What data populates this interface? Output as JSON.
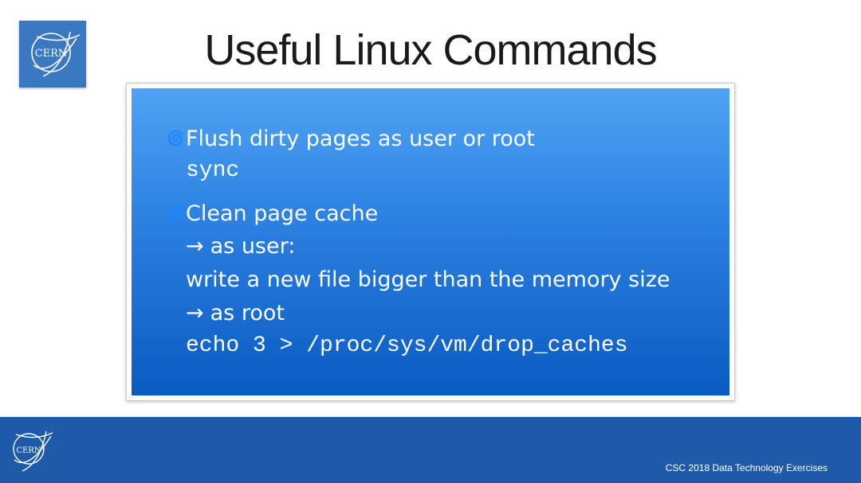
{
  "slide": {
    "title": "Useful Linux Commands",
    "logo_text": "CERN",
    "footer_text": "CSC 2018 Data Technology Exercises"
  },
  "content": {
    "bullet1": {
      "icon": "swirl-bullet-icon",
      "text": "Flush dirty pages as user or root",
      "code": "sync"
    },
    "bullet2": {
      "icon": "swirl-bullet-icon",
      "text": "Clean page cache",
      "arrow": "→",
      "as_user": "as user:",
      "user_action": "write a new file bigger than the memory size",
      "as_root": "as root",
      "root_code": "echo 3 > /proc/sys/vm/drop_caches"
    }
  },
  "colors": {
    "panel_top": "#4ea3f4",
    "panel_bottom": "#0a5bc2",
    "footer": "#1f5aa8",
    "logo_bg": "#3a78c2"
  }
}
